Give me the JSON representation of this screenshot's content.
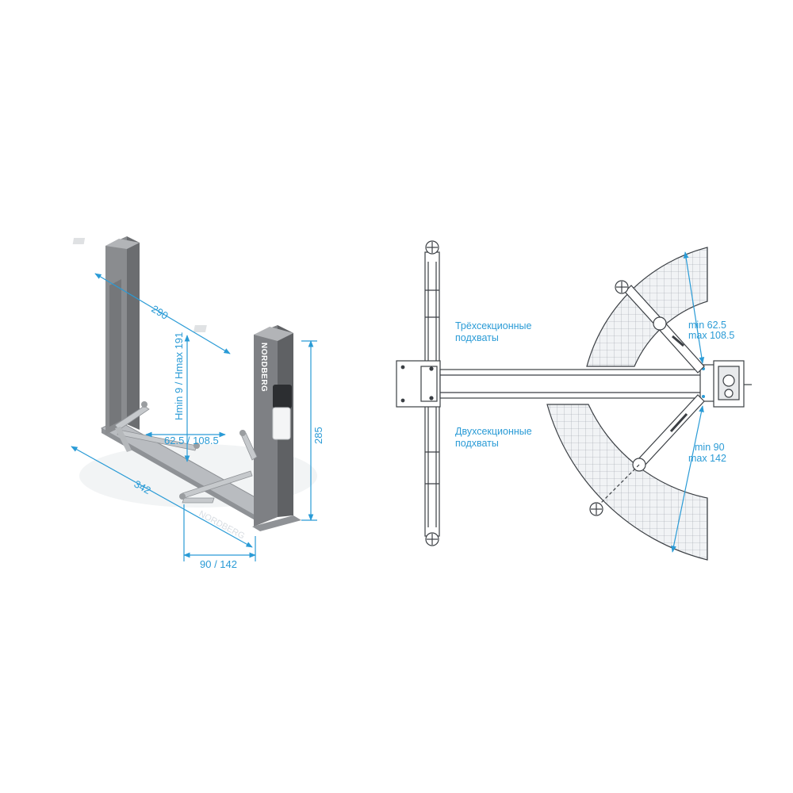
{
  "brand": "NORDBERG",
  "colors": {
    "dimension": "#2a9bd6",
    "column": "#7d7f82",
    "column_dark": "#5e6063",
    "drawing_line": "#3b3f44",
    "pad_fill": "#f1f3f5"
  },
  "left_view": {
    "dim_width_between_columns": "290",
    "dim_height_range": "Hmin 9 / Hmax 191",
    "dim_column_height": "285",
    "dim_overall_width": "342",
    "dim_arm_reach": "62.5 / 108.5",
    "dim_base_depth": "90 / 142"
  },
  "right_view": {
    "label_three_section_line1": "Трёхсекционные",
    "label_three_section_line2": "подхваты",
    "label_two_section_line1": "Двухсекционные",
    "label_two_section_line2": "подхваты",
    "upper_arm_min": "min 62.5",
    "upper_arm_max": "max 108.5",
    "lower_arm_min": "min 90",
    "lower_arm_max": "max 142"
  }
}
